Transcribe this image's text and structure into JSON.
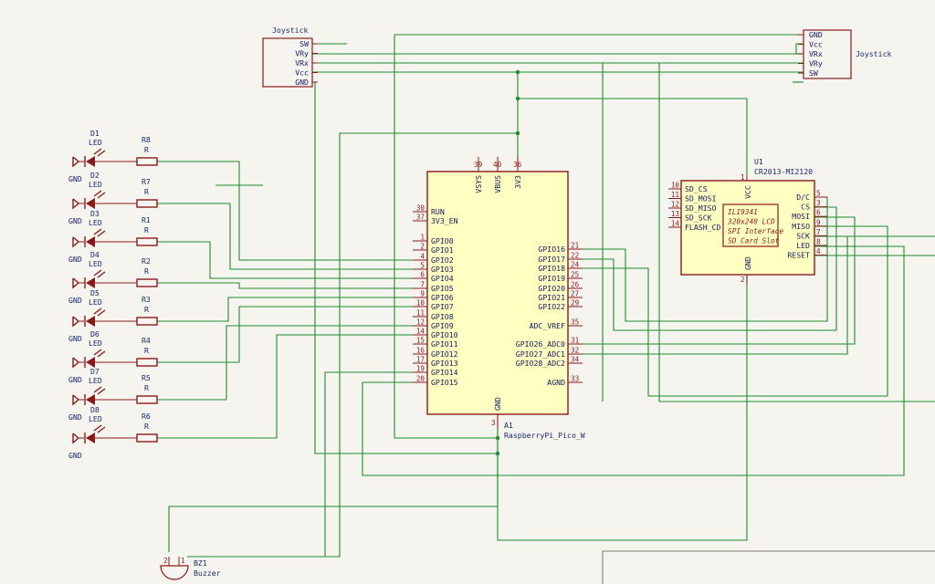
{
  "pico": {
    "ref": "A1",
    "value": "RaspberryPi_Pico_W",
    "left_pins": [
      {
        "num": "30",
        "name": "RUN"
      },
      {
        "num": "37",
        "name": "3V3_EN"
      },
      {
        "num": "1",
        "name": "GPIO0"
      },
      {
        "num": "2",
        "name": "GPIO1"
      },
      {
        "num": "4",
        "name": "GPIO2"
      },
      {
        "num": "5",
        "name": "GPIO3"
      },
      {
        "num": "6",
        "name": "GPIO4"
      },
      {
        "num": "7",
        "name": "GPIO5"
      },
      {
        "num": "9",
        "name": "GPIO6"
      },
      {
        "num": "10",
        "name": "GPIO7"
      },
      {
        "num": "11",
        "name": "GPIO8"
      },
      {
        "num": "12",
        "name": "GPIO9"
      },
      {
        "num": "14",
        "name": "GPIO10"
      },
      {
        "num": "15",
        "name": "GPIO11"
      },
      {
        "num": "16",
        "name": "GPIO12"
      },
      {
        "num": "17",
        "name": "GPIO13"
      },
      {
        "num": "19",
        "name": "GPIO14"
      },
      {
        "num": "20",
        "name": "GPIO15"
      }
    ],
    "right_pins": [
      {
        "num": "21",
        "name": "GPIO16"
      },
      {
        "num": "22",
        "name": "GPIO17"
      },
      {
        "num": "24",
        "name": "GPIO18"
      },
      {
        "num": "25",
        "name": "GPIO19"
      },
      {
        "num": "26",
        "name": "GPIO20"
      },
      {
        "num": "27",
        "name": "GPIO21"
      },
      {
        "num": "29",
        "name": "GPIO22"
      },
      {
        "num": "35",
        "name": "ADC_VREF"
      },
      {
        "num": "31",
        "name": "GPIO26_ADC0"
      },
      {
        "num": "32",
        "name": "GPIO27_ADC1"
      },
      {
        "num": "34",
        "name": "GPIO28_ADC2"
      },
      {
        "num": "33",
        "name": "AGND"
      }
    ],
    "top_pins": [
      {
        "num": "39",
        "name": "VSYS"
      },
      {
        "num": "40",
        "name": "VBUS"
      },
      {
        "num": "36",
        "name": "3V3"
      }
    ],
    "bottom_pin": {
      "num": "3",
      "name": "GND"
    }
  },
  "lcd": {
    "ref": "U1",
    "value": "CR2013-MI2120",
    "inner_lines": [
      "ILI9341",
      "320x240 LCD",
      "SPI Interface",
      "SD Card Slot"
    ],
    "left_pins": [
      {
        "num": "10",
        "name": "SD_CS"
      },
      {
        "num": "11",
        "name": "SD_MOSI"
      },
      {
        "num": "12",
        "name": "SD_MISO"
      },
      {
        "num": "13",
        "name": "SD_SCK"
      },
      {
        "num": "14",
        "name": "FLASH_CD"
      }
    ],
    "right_pins": [
      {
        "num": "5",
        "name": "D/C"
      },
      {
        "num": "3",
        "name": "CS"
      },
      {
        "num": "6",
        "name": "MOSI"
      },
      {
        "num": "9",
        "name": "MISO"
      },
      {
        "num": "7",
        "name": "SCK"
      },
      {
        "num": "8",
        "name": "LED"
      },
      {
        "num": "4",
        "name": "RESET"
      }
    ],
    "top_pin": {
      "num": "1",
      "name": "VCC"
    },
    "bottom_pin": {
      "num": "2",
      "name": "GND"
    }
  },
  "joystick_left": {
    "title": "Joystick",
    "pins": [
      "SW",
      "VRy",
      "VRx",
      "Vcc",
      "GND"
    ]
  },
  "joystick_right": {
    "title": "Joystick",
    "pins": [
      "GND",
      "Vcc",
      "VRx",
      "VRy",
      "SW"
    ]
  },
  "leds": [
    {
      "ref": "D1",
      "value": "LED"
    },
    {
      "ref": "D2",
      "value": "LED"
    },
    {
      "ref": "D3",
      "value": "LED"
    },
    {
      "ref": "D4",
      "value": "LED"
    },
    {
      "ref": "D5",
      "value": "LED"
    },
    {
      "ref": "D6",
      "value": "LED"
    },
    {
      "ref": "D7",
      "value": "LED"
    },
    {
      "ref": "D8",
      "value": "LED"
    }
  ],
  "resistors": [
    {
      "ref": "R8",
      "value": "R"
    },
    {
      "ref": "R7",
      "value": "R"
    },
    {
      "ref": "R1",
      "value": "R"
    },
    {
      "ref": "R2",
      "value": "R"
    },
    {
      "ref": "R3",
      "value": "R"
    },
    {
      "ref": "R4",
      "value": "R"
    },
    {
      "ref": "R5",
      "value": "R"
    },
    {
      "ref": "R6",
      "value": "R"
    }
  ],
  "gnd_label": "GND",
  "buzzer": {
    "ref": "BZ1",
    "value": "Buzzer",
    "pins": [
      "2",
      "1"
    ]
  }
}
